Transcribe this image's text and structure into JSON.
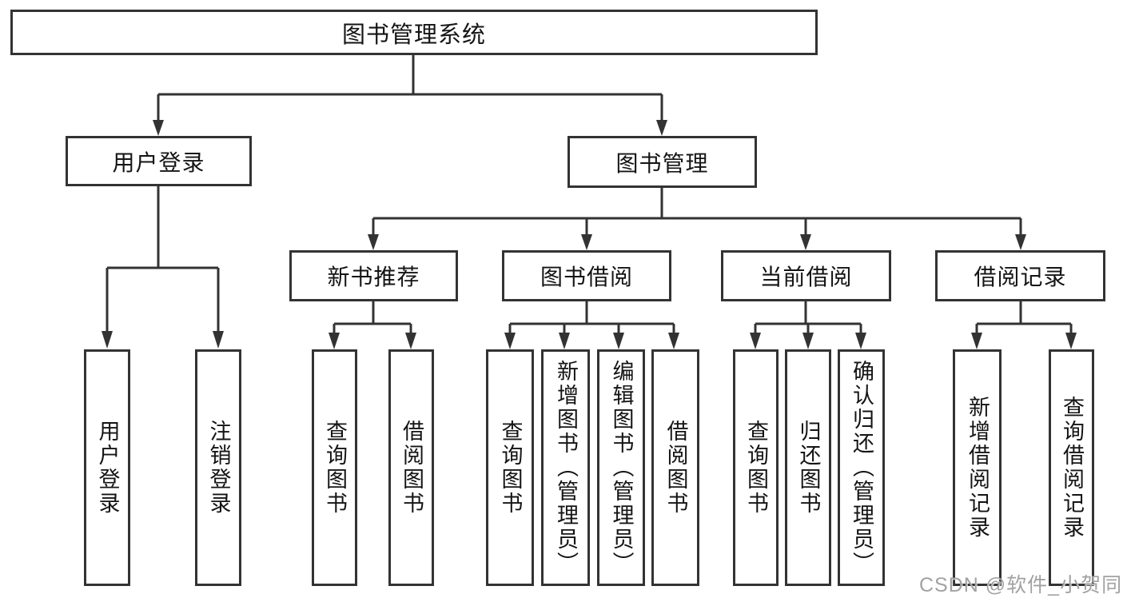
{
  "diagram_title": "图书管理系统",
  "tree": {
    "root": {
      "label": "图书管理系统"
    },
    "branches": [
      {
        "label": "用户登录",
        "children": [
          {
            "label": "用户登录"
          },
          {
            "label": "注销登录"
          }
        ]
      },
      {
        "label": "图书管理",
        "children": [
          {
            "label": "新书推荐",
            "children": [
              {
                "label": "查询图书"
              },
              {
                "label": "借阅图书"
              }
            ]
          },
          {
            "label": "图书借阅",
            "children": [
              {
                "label": "查询图书"
              },
              {
                "label": "新增图书（管理员）"
              },
              {
                "label": "编辑图书（管理员）"
              },
              {
                "label": "借阅图书"
              }
            ]
          },
          {
            "label": "当前借阅",
            "children": [
              {
                "label": "查询图书"
              },
              {
                "label": "归还图书"
              },
              {
                "label": "确认归还（管理员）"
              }
            ]
          },
          {
            "label": "借阅记录",
            "children": [
              {
                "label": "新增借阅记录"
              },
              {
                "label": "查询借阅记录"
              }
            ]
          }
        ]
      }
    ]
  },
  "watermark": {
    "text": "CSDN @软件_小贺同学"
  },
  "colors": {
    "line": "#333333",
    "box_border": "#333333",
    "text": "#141414",
    "watermark": "#a2a2a2",
    "background": "#ffffff"
  }
}
